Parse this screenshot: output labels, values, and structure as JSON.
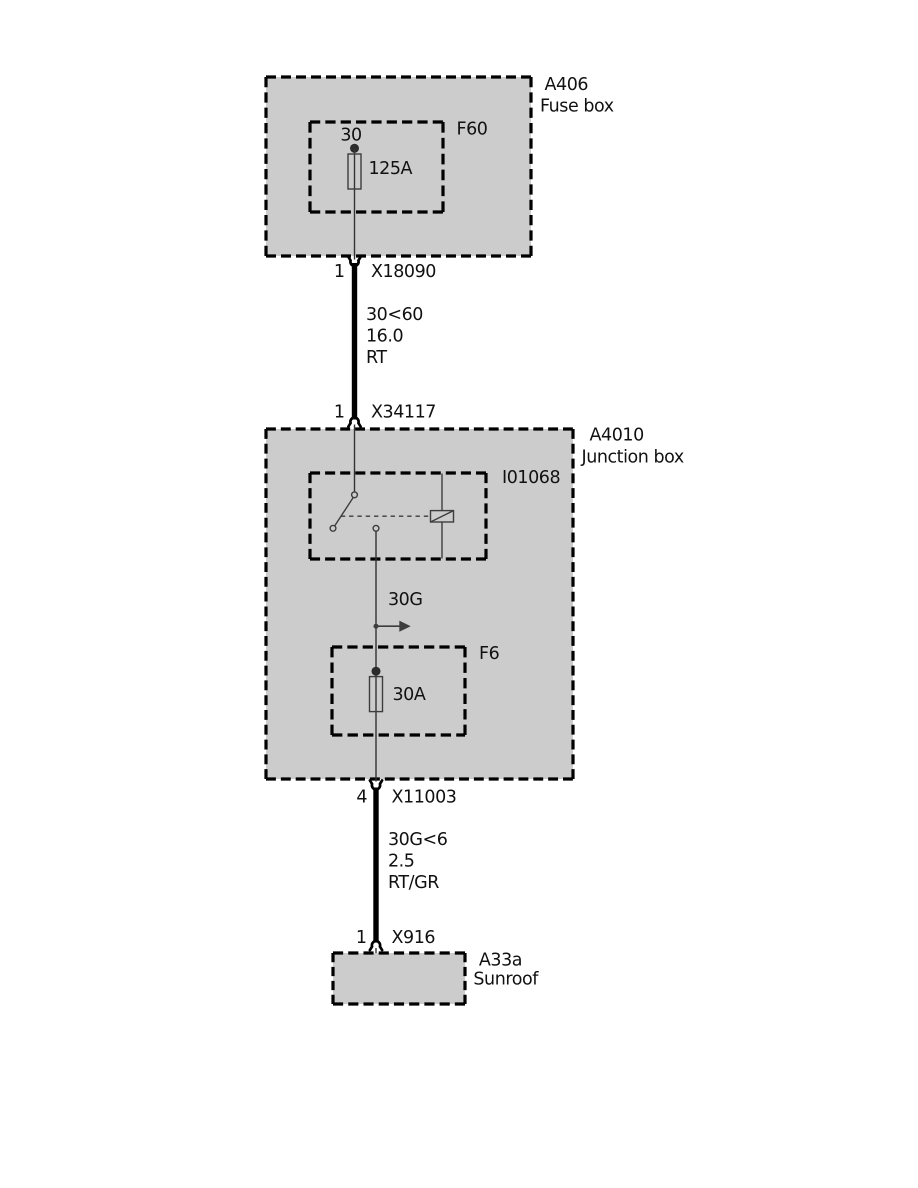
{
  "colors": {
    "background": "#ffffff",
    "box_fill": "#cccccc",
    "outline": "#000000",
    "thin_line": "#333333",
    "symbol": "#3d3d3d",
    "text": "#111111"
  },
  "diagram": {
    "fuse_box": {
      "code": "A406",
      "label": "Fuse box",
      "fuse": {
        "code": "F60",
        "terminal": "30",
        "rating": "125A"
      }
    },
    "junction_box": {
      "code": "A4010",
      "label": "Junction box",
      "relay": {
        "code": "I01068"
      },
      "fuse": {
        "code": "F6",
        "rating": "30A"
      },
      "branch_label": "30G"
    },
    "sunroof": {
      "code": "A33a",
      "label": "Sunroof"
    },
    "connectors": {
      "x18090": {
        "pin": "1",
        "code": "X18090"
      },
      "x34117": {
        "pin": "1",
        "code": "X34117"
      },
      "x11003": {
        "pin": "4",
        "code": "X11003"
      },
      "x916": {
        "pin": "1",
        "code": "X916"
      }
    },
    "wires": {
      "w1": {
        "circuit": "30<60",
        "gauge": "16.0",
        "color": "RT"
      },
      "w2": {
        "circuit": "30G<6",
        "gauge": "2.5",
        "color": "RT/GR"
      }
    }
  }
}
